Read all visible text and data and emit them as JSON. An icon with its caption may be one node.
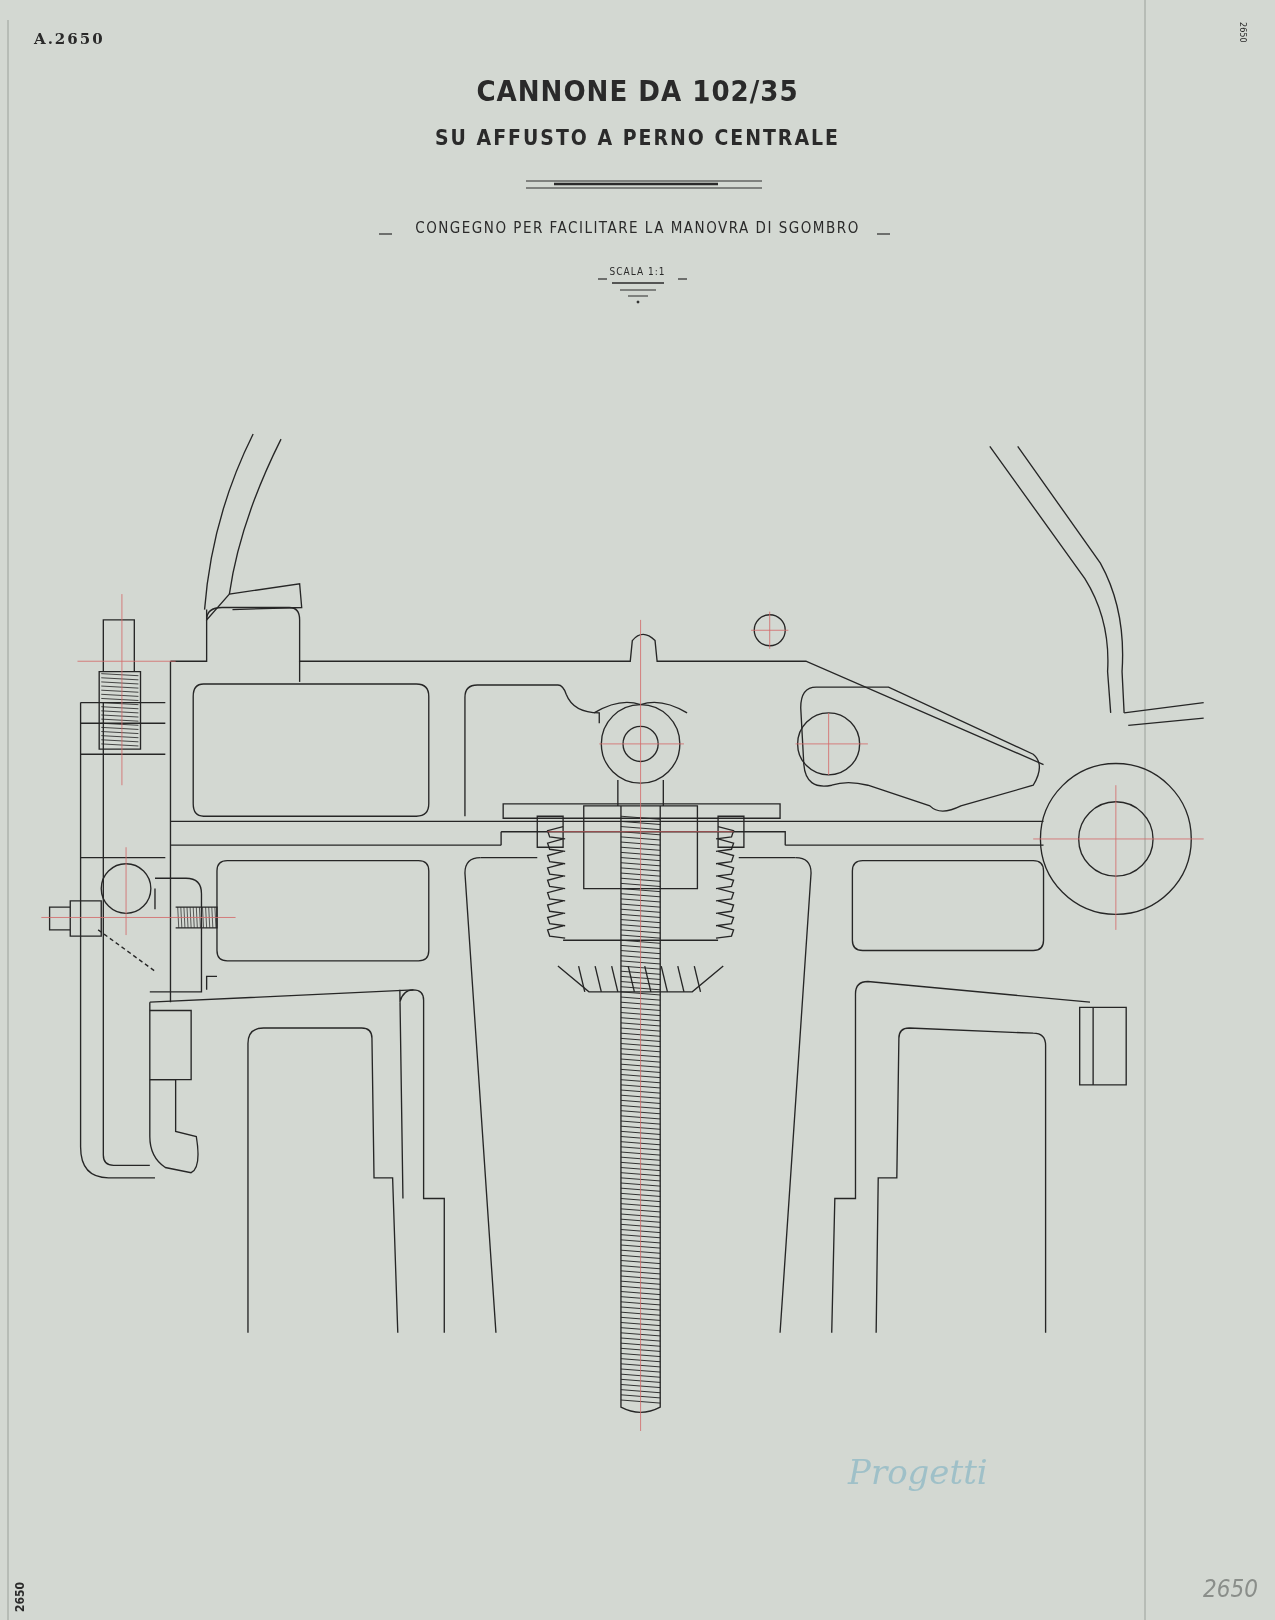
{
  "diagram": {
    "title": "CANNONE DA 102/35",
    "labels": [
      "A.2650",
      "2650",
      "SU AFFUSTO A PERNO CENTRALE",
      "CONGEGNO PER FACILITARE LA MANOVRA DI SGOMBRO",
      "SCALA 1:1",
      "Progetti",
      "2650",
      "2650"
    ]
  }
}
